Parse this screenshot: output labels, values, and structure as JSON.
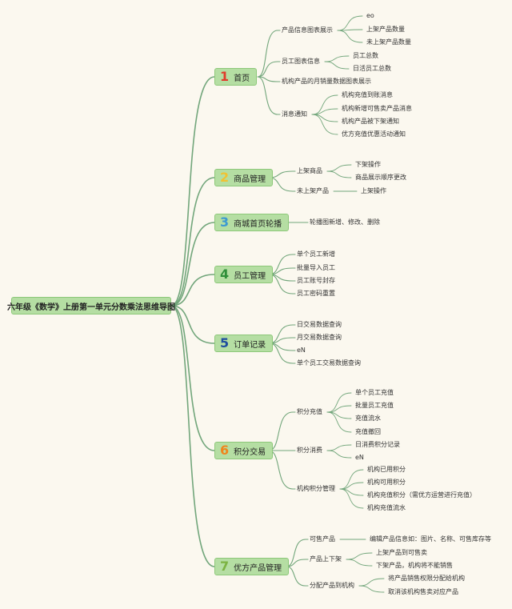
{
  "root": {
    "label": "六年级《数学》上册第一单元分数乘法思维导图"
  },
  "colors": {
    "line": "#72a67b",
    "node_fill": "#b5dea3",
    "num1": "#e03c2c",
    "num2": "#f1c232",
    "num3": "#3d9ad1",
    "num4": "#2f8f3a",
    "num5": "#1f4e9e",
    "num6": "#f0851d",
    "num7": "#7cb342"
  },
  "branches": [
    {
      "num": "1",
      "num_color": "#e03c2c",
      "label": "首页",
      "children": [
        {
          "label": "产品信息图表展示",
          "children": [
            {
              "label": "eo"
            },
            {
              "label": "上架产品数量"
            },
            {
              "label": "未上架产品数量"
            }
          ]
        },
        {
          "label": "员工图表信息",
          "children": [
            {
              "label": "员工总数"
            },
            {
              "label": "日活员工总数"
            }
          ]
        },
        {
          "label": "机构产品的月销量数据图表展示",
          "children": []
        },
        {
          "label": "消息通知",
          "children": [
            {
              "label": "机构充值到账消息"
            },
            {
              "label": "机构新增可售卖产品消息"
            },
            {
              "label": "机构产品被下架通知"
            },
            {
              "label": "优方充值优惠活动通知"
            }
          ]
        }
      ]
    },
    {
      "num": "2",
      "num_color": "#f1c232",
      "label": "商品管理",
      "children": [
        {
          "label": "上架商品",
          "children": [
            {
              "label": "下架操作"
            },
            {
              "label": "商品展示顺序更改"
            }
          ]
        },
        {
          "label": "未上架产品",
          "children": [
            {
              "label": "上架操作"
            }
          ]
        }
      ]
    },
    {
      "num": "3",
      "num_color": "#3d9ad1",
      "label": "商城首页轮播",
      "children": [
        {
          "label": "轮播图新增、修改、删除",
          "children": []
        }
      ]
    },
    {
      "num": "4",
      "num_color": "#2f8f3a",
      "label": "员工管理",
      "children": [
        {
          "label": "单个员工新增",
          "children": []
        },
        {
          "label": "批量导入员工",
          "children": []
        },
        {
          "label": "员工账号封存",
          "children": []
        },
        {
          "label": "员工密码重置",
          "children": []
        }
      ]
    },
    {
      "num": "5",
      "num_color": "#1f4e9e",
      "label": "订单记录",
      "children": [
        {
          "label": "日交易数据查询",
          "children": []
        },
        {
          "label": "月交易数据查询",
          "children": []
        },
        {
          "label": "eN",
          "children": []
        },
        {
          "label": "单个员工交易数据查询",
          "children": []
        }
      ]
    },
    {
      "num": "6",
      "num_color": "#f0851d",
      "label": "积分交易",
      "children": [
        {
          "label": "积分充值",
          "children": [
            {
              "label": "单个员工充值"
            },
            {
              "label": "批量员工充值"
            },
            {
              "label": "充值流水"
            },
            {
              "label": "充值撤回"
            }
          ]
        },
        {
          "label": "积分消费",
          "children": [
            {
              "label": "日消费积分记录"
            },
            {
              "label": "eN"
            }
          ]
        },
        {
          "label": "机构积分管理",
          "children": [
            {
              "label": "机构已用积分"
            },
            {
              "label": "机构可用积分"
            },
            {
              "label": "机构充值积分（需优方运营进行充值）"
            },
            {
              "label": "机构充值流水"
            }
          ]
        }
      ]
    },
    {
      "num": "7",
      "num_color": "#7cb342",
      "label": "优方产品管理",
      "children": [
        {
          "label": "可售产品",
          "children": [
            {
              "label": "编辑产品信息如：图片、名称、可售库存等"
            }
          ]
        },
        {
          "label": "产品上下架",
          "children": [
            {
              "label": "上架产品到可售卖"
            },
            {
              "label": "下架产品，机构将不能销售"
            }
          ]
        },
        {
          "label": "分配产品到机构",
          "children": [
            {
              "label": "将产品销售权限分配给机构"
            },
            {
              "label": "取消该机构售卖对应产品"
            }
          ]
        }
      ]
    }
  ]
}
